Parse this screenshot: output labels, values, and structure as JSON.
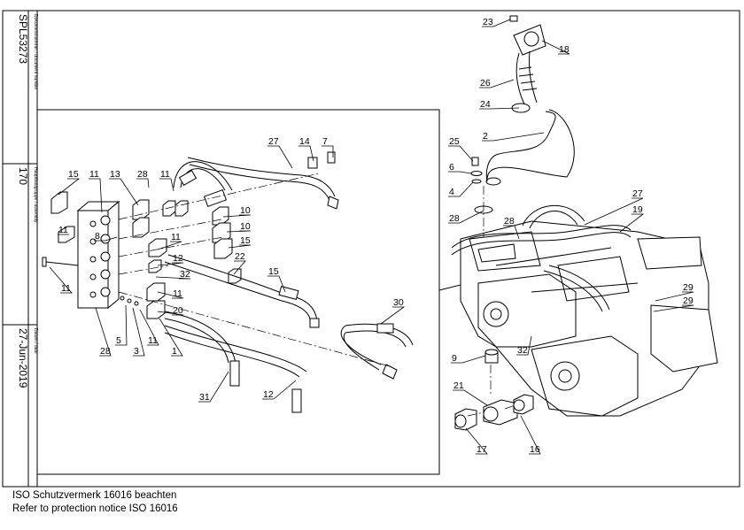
{
  "sidebar": {
    "doc_number_caption": "Dokumentnummer / document number",
    "doc_number": "SPL53273",
    "assembly_caption": "Hauptbaugruppe / assembly",
    "assembly": "170",
    "date_caption": "Datum / date",
    "date": "27-Jun-2019"
  },
  "callouts": {
    "detail": [
      "27",
      "14",
      "7",
      "15",
      "11",
      "13",
      "28",
      "11",
      "8",
      "10",
      "10",
      "15",
      "11",
      "11",
      "12",
      "32",
      "22",
      "15",
      "11",
      "11",
      "20",
      "5",
      "3",
      "11",
      "1",
      "28",
      "30",
      "31",
      "12"
    ],
    "main": [
      "23",
      "18",
      "26",
      "24",
      "2",
      "25",
      "6",
      "4",
      "28",
      "27",
      "19",
      "28",
      "29",
      "29",
      "9",
      "32",
      "21",
      "17",
      "16"
    ]
  },
  "footer": {
    "line1": "ISO Schutzvermerk 16016 beachten",
    "line2": "Refer to protection notice ISO 16016"
  }
}
